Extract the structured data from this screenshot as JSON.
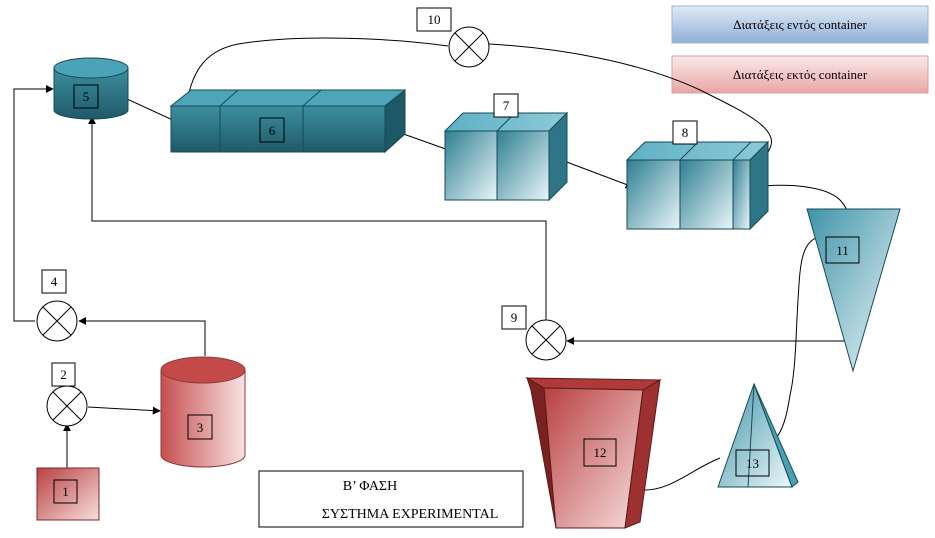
{
  "legend": {
    "inside_label": "Διατάξεις εντός container",
    "outside_label": "Διατάξεις εκτός container"
  },
  "title_box": {
    "line1": "Β’ ΦΑΣΗ",
    "line2": "ΣΥΣΤΗΜΑ EXPERIMENTAL"
  },
  "labels": {
    "n1": "1",
    "n2": "2",
    "n3": "3",
    "n4": "4",
    "n5": "5",
    "n6": "6",
    "n7": "7",
    "n8": "8",
    "n9": "9",
    "n10": "10",
    "n11": "11",
    "n12": "12",
    "n13": "13"
  },
  "colors": {
    "inside_dark": "#2a6f80",
    "inside_light": "#d9eef3",
    "outside_dark": "#c24a4a",
    "outside_light": "#f6dede"
  }
}
